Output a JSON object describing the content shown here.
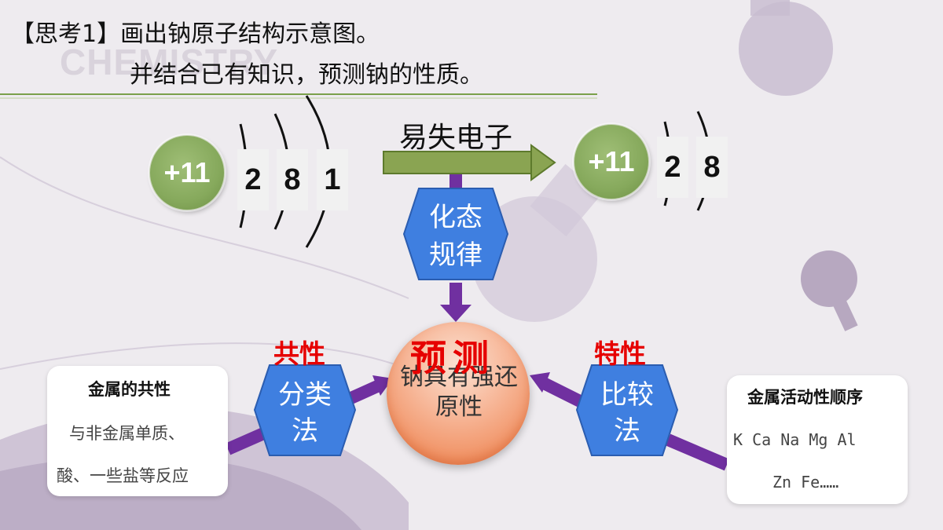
{
  "watermark": "CHEMISTRY",
  "title": {
    "line1": "【思考1】画出钠原子结构示意图。",
    "line2": "并结合已有知识，预测钠的性质。"
  },
  "atom_before": {
    "nucleus": "+11",
    "shells": [
      "2",
      "8",
      "1"
    ]
  },
  "arrow_label": "易失电子",
  "atom_after": {
    "nucleus": "+11",
    "shells": [
      "2",
      "8"
    ]
  },
  "hex_top": {
    "line1": "化态",
    "line2": "规律"
  },
  "left": {
    "red_label": "共性",
    "hex_line1": "分类",
    "hex_line2": "法",
    "card_title": "金属的共性",
    "card_lines": [
      "与非金属单质、",
      "酸、一些盐等反应"
    ]
  },
  "right": {
    "red_label": "特性",
    "hex_line1": "比较",
    "hex_line2": "法",
    "card_title": "金属活动性顺序",
    "series_line1": "K Ca  Na  Mg  Al",
    "series_line2": "Zn  Fe……"
  },
  "center": {
    "title": "预测",
    "text": "钠具有强还原性"
  },
  "colors": {
    "nucleus_green": "#86a95c",
    "arrow_green": "#8aa452",
    "hex_blue": "#3f7fe0",
    "connector_purple": "#7030a0",
    "accent_red": "#e60000",
    "ball_orange": "#f19467"
  }
}
